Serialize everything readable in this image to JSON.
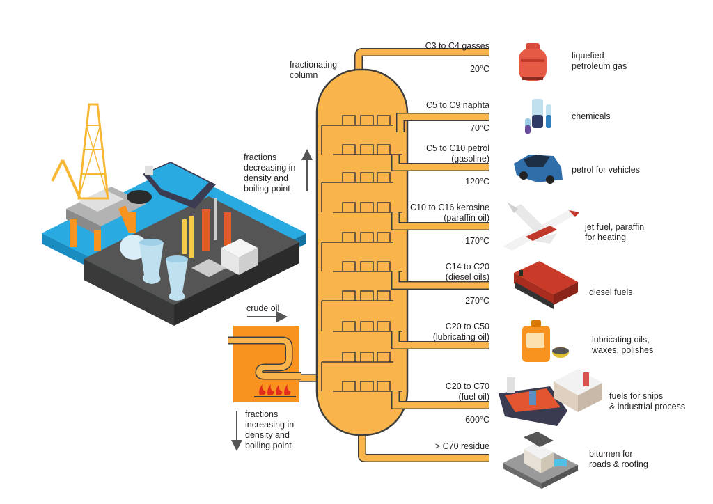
{
  "column_label": "fractionating\ncolumn",
  "decreasing_label": "fractions\ndecreasing in\ndensity and\nboiling point",
  "increasing_label": "fractions\nincreasing in\ndensity and\nboiling point",
  "crude_oil_label": "crude oil",
  "fractions": [
    {
      "name": "C3 to C4 gasses",
      "temp": "20°C",
      "product": "liquefied\npetroleum gas",
      "icon": "gas-cylinder-icon"
    },
    {
      "name": "C5 to C9 naphta",
      "temp": "70°C",
      "product": "chemicals",
      "icon": "chemical-flasks-icon"
    },
    {
      "name": "C5 to C10 petrol\n(gasoline)",
      "temp": "120°C",
      "product": "petrol for vehicles",
      "icon": "car-icon"
    },
    {
      "name": "C10 to C16 kerosine\n(paraffin oil)",
      "temp": "170°C",
      "product": "jet fuel, paraffin\nfor heating",
      "icon": "airplane-icon"
    },
    {
      "name": "C14 to C20\n(diesel oils)",
      "temp": "270°C",
      "product": "diesel fuels",
      "icon": "locomotive-icon"
    },
    {
      "name": "C20 to C50\n(lubricating oil)",
      "temp": "",
      "product": "lubricating oils,\nwaxes, polishes",
      "icon": "oil-canister-icon"
    },
    {
      "name": "C20 to C70\n(fuel oil)",
      "temp": "600°C",
      "product": "fuels for ships\n& industrial process",
      "icon": "ship-factory-icon"
    },
    {
      "name": "> C70 residue",
      "temp": "",
      "product": "bitumen for\nroads & roofing",
      "icon": "road-house-icon"
    }
  ],
  "colors": {
    "column": "#f9b54c",
    "outline": "#3d3d3d",
    "furnace": "#f7931e",
    "sea": "#29abe2",
    "ground": "#4d4d4d"
  }
}
